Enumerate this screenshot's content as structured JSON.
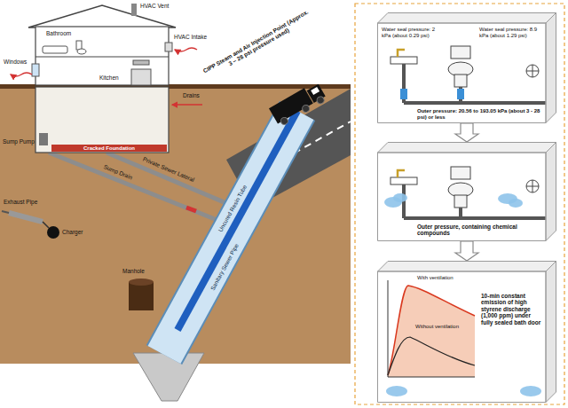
{
  "diagram": {
    "nodes": [
      {
        "text": [
          "Water seal pressure: 2 kPa (about 0.29 psi)",
          "Water seal pressure: 8.9 kPa (about 1.29 psi)",
          "Outer pressure: 20.56 to 193.05 kPa (about 3 - 28 psi) or less"
        ]
      },
      {
        "text": [
          "Outer pressure, containing chemical compounds"
        ]
      },
      {
        "text": [
          "With ventilation",
          "Without ventilation",
          "10-min constant emission of high styrene discharge (1,000 ppm) under fully sealed bath door"
        ]
      }
    ],
    "edges": [
      {
        "from": 0,
        "to": 1,
        "arrow": "to"
      },
      {
        "from": 1,
        "to": 2,
        "arrow": "to"
      }
    ],
    "labels": [
      "HVAC Vent",
      "Bathroom",
      "Windows",
      "HVAC Intake",
      "CIPP Steam and Air Injection Point (Approx. 3 – 28 psi pressure used)",
      "Kitchen",
      "Drains",
      "Cracked Foundation",
      "Sump Pump",
      "Private Sewer Lateral",
      "Sump Drain",
      "Exhaust Pipe",
      "Charger",
      "Uncured Resin Tube",
      "Manhole",
      "Sanitary Sewer Pipe"
    ]
  }
}
